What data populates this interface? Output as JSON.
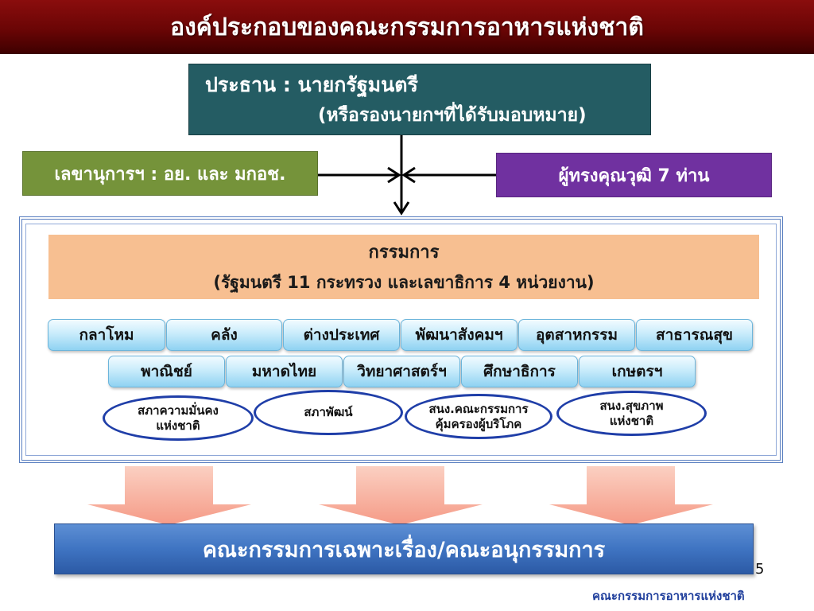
{
  "title": "องค์ประกอบของคณะกรรมการอาหารแห่งชาติ",
  "chairman": {
    "line1": "ประธาน : นายกรัฐมนตรี",
    "line2": "(หรือรองนายกฯที่ได้รับมอบหมาย)"
  },
  "secretary": "เลขานุการฯ : อย. และ มกอช.",
  "experts": "ผู้ทรงคุณวุฒิ 7 ท่าน",
  "members": {
    "title": "กรรมการ",
    "subtitle": "(รัฐมนตรี 11 กระทรวง และเลขาธิการ 4 หน่วยงาน)"
  },
  "ministries_row1": [
    "กลาโหม",
    "คลัง",
    "ต่างประเทศ",
    "พัฒนาสังคมฯ",
    "อุตสาหกรรม",
    "สาธารณสุข"
  ],
  "ministries_row2": [
    "พาณิชย์",
    "มหาดไทย",
    "วิทยาศาสตร์ฯ",
    "ศึกษาธิการ",
    "เกษตรฯ"
  ],
  "agencies": [
    {
      "line1": "สภาความมั่นคง",
      "line2": "แห่งชาติ"
    },
    {
      "line1": "สภาพัฒน์",
      "line2": ""
    },
    {
      "line1": "สนง.คณะกรรมการ",
      "line2": "คุ้มครองผู้บริโภค"
    },
    {
      "line1": "สนง.สุขภาพ",
      "line2": "แห่งชาติ"
    }
  ],
  "subcommittee": "คณะกรรมการเฉพาะเรื่อง/คณะอนุกรรมการ",
  "page_number": "5",
  "footer": "คณะกรรมการอาหารแห่งชาติ",
  "colors": {
    "title_bar": "#6a0505",
    "chairman": "#245c63",
    "secretary": "#75933a",
    "experts": "#7031a0",
    "members_header": "#f7bf91",
    "ellipse_border": "#1f3ea8",
    "subcommittee": "#3f74c2",
    "arrows": "#f9a991"
  }
}
